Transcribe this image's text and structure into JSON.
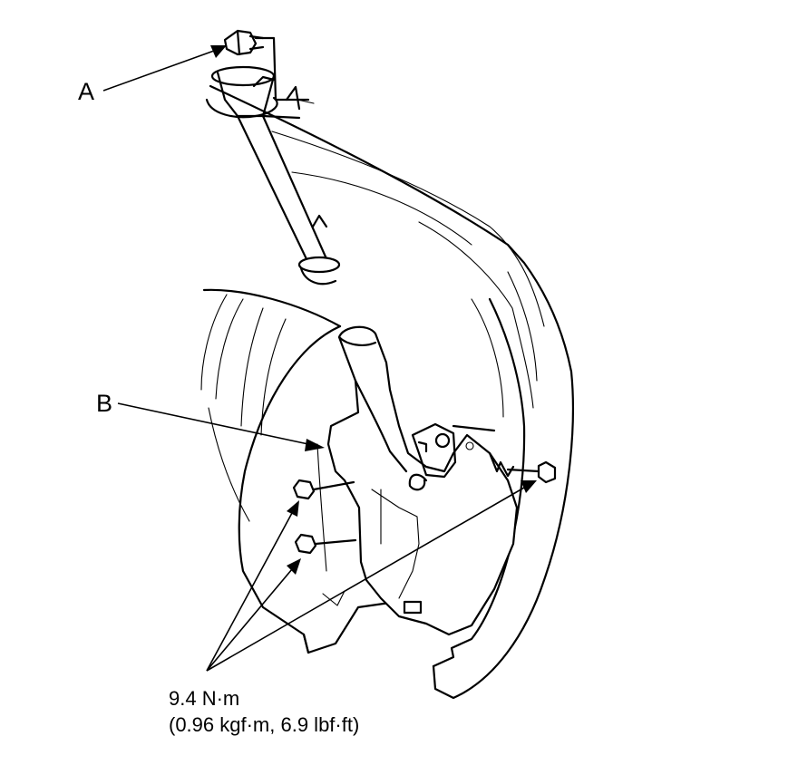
{
  "labels": {
    "a": "A",
    "b": "B"
  },
  "torque": {
    "value": "9.4 N·m",
    "conversion": "(0.96 kgf·m, 6.9 lbf·ft)"
  }
}
